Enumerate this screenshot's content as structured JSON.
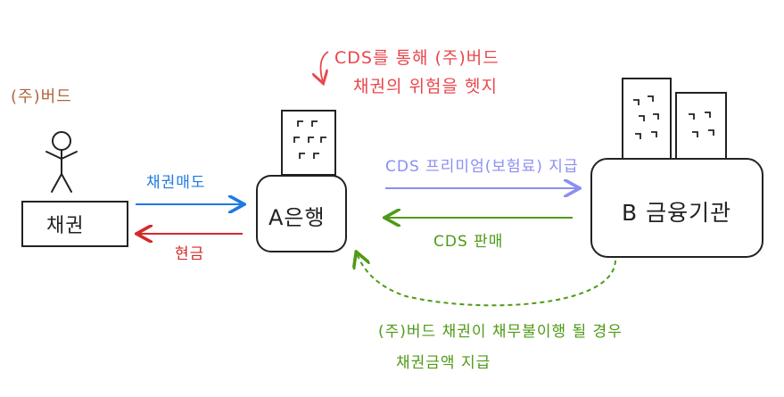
{
  "annotation_top": {
    "line1": "CDS를 통해 (주)버드",
    "line2": "채권의 위험을 헷지",
    "color": "#e8474c"
  },
  "bird": {
    "label": "(주)버드",
    "color": "#b0643a"
  },
  "bond_box": {
    "label": "채권"
  },
  "bank_a": {
    "label": "A은행"
  },
  "institution_b": {
    "label": "B 금융기관"
  },
  "arrows": {
    "sell_bond": {
      "label": "채권매도",
      "color": "#1f7ae0"
    },
    "cash": {
      "label": "현금",
      "color": "#d42a2a"
    },
    "premium": {
      "label": "CDS 프리미엄(보험료) 지급",
      "color": "#8c8ef0"
    },
    "cds_sale": {
      "label": "CDS 판매",
      "color": "#4e9a16"
    },
    "default_payment": {
      "line1": "(주)버드 채권이 채무불이행 될 경우",
      "line2": "채권금액 지급",
      "color": "#4e9a16"
    }
  }
}
